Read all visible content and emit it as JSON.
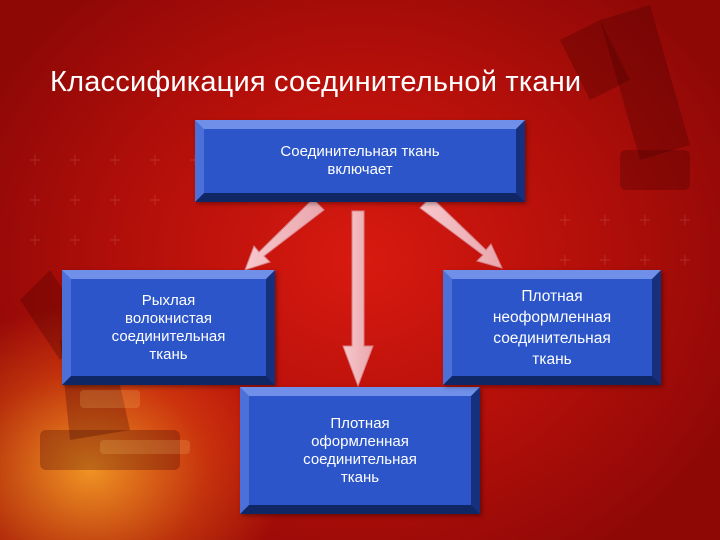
{
  "title": "Классификация соединительной ткани",
  "diagram": {
    "root": {
      "lines": [
        "Соединительная ткань",
        "включает"
      ]
    },
    "children": [
      {
        "lines": [
          "Рыхлая",
          "волокнистая",
          "соединительная",
          "ткань"
        ]
      },
      {
        "lines": [
          "Плотная",
          "оформленная",
          "соединительная",
          "ткань"
        ]
      },
      {
        "lines": [
          "Плотная",
          "неоформленная",
          "соединительная",
          "ткань"
        ]
      }
    ]
  },
  "colors": {
    "background": "#b30f0a",
    "box_fill": "#2b55c8",
    "arrow_fill": "#f2b3b8",
    "text": "#ffffff"
  }
}
